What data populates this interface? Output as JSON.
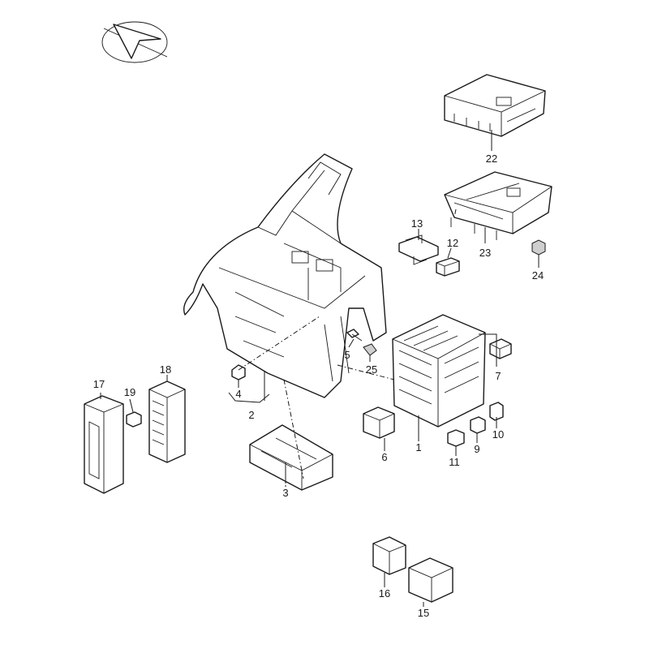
{
  "diagram": {
    "callouts": [
      {
        "id": "1",
        "label": "1"
      },
      {
        "id": "2",
        "label": "2"
      },
      {
        "id": "3",
        "label": "3"
      },
      {
        "id": "4",
        "label": "4"
      },
      {
        "id": "5",
        "label": "5"
      },
      {
        "id": "6",
        "label": "6"
      },
      {
        "id": "7",
        "label": "7"
      },
      {
        "id": "9",
        "label": "9"
      },
      {
        "id": "10",
        "label": "10"
      },
      {
        "id": "11",
        "label": "11"
      },
      {
        "id": "12",
        "label": "12"
      },
      {
        "id": "13",
        "label": "13"
      },
      {
        "id": "15",
        "label": "15"
      },
      {
        "id": "16",
        "label": "16"
      },
      {
        "id": "17",
        "label": "17"
      },
      {
        "id": "18",
        "label": "18"
      },
      {
        "id": "19",
        "label": "19"
      },
      {
        "id": "22",
        "label": "22"
      },
      {
        "id": "23",
        "label": "23"
      },
      {
        "id": "24",
        "label": "24"
      },
      {
        "id": "25",
        "label": "25"
      }
    ],
    "line_color": "#1a1a1a",
    "background": "#ffffff"
  }
}
